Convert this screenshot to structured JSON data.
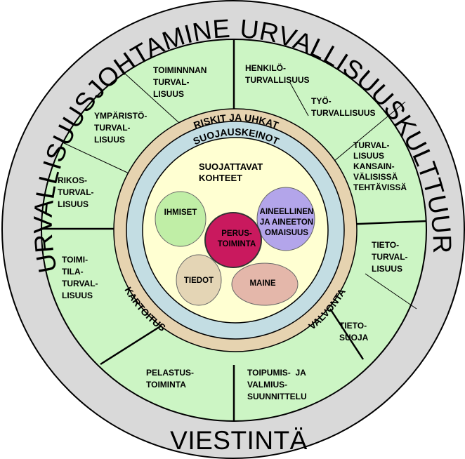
{
  "outer_ring": {
    "left": "TURVALLISUUSJOHTAMINEN",
    "right": "TURVALLISUUSKULTTUURI",
    "bottom": "VIESTINTÄ"
  },
  "inner_ring": {
    "top": "RISKIT JA UHKAT",
    "left": "KARTOITUS",
    "right": "VALVONTA"
  },
  "protection_ring": "SUOJAUSKEINOT",
  "center": {
    "title_lines": [
      "SUOJATTAVAT",
      "KOHTEET"
    ],
    "bubbles": {
      "ihmiset": [
        "IHMISET"
      ],
      "aineellinen": [
        "AINEELLINEN",
        "JA AINEETON",
        "OMAISUUS"
      ],
      "perustoiminta": [
        "PERUS-",
        "TOIMINTA"
      ],
      "tiedot": [
        "TIEDOT"
      ],
      "maine": [
        "MAINE"
      ]
    }
  },
  "sectors": {
    "toiminnan": [
      "TOIMINNNAN",
      "TURVAL-",
      "LISUUS"
    ],
    "henkilo": [
      "HENKILÖ-",
      "TURVALLISUUS"
    ],
    "tyo": [
      "TYÖ-",
      "TURVALLISUUS"
    ],
    "ymparisto": [
      "YMPÄRISTÖ-",
      "TURVAL-",
      "LISUUS"
    ],
    "kansainvalisissa": [
      "TURVAL-",
      "LISUUS",
      "KANSAIN-",
      "VÄLISISSÄ",
      "TEHTÄVISSÄ"
    ],
    "rikos": [
      "RIKOS-",
      "TURVAL-",
      "LISUUS"
    ],
    "tieto": [
      "TIETO-",
      "TURVAL-",
      "LISUUS"
    ],
    "toimitila": [
      "TOIMI-",
      "TILA-",
      "TURVAL-",
      "LISUUS"
    ],
    "tietosuoja": [
      "TIETO-",
      "SUOJA"
    ],
    "pelastus": [
      "PELASTUS-",
      "TOIMINTA"
    ],
    "toipumis": [
      "TOIPUMIS-  JA",
      "VALMIUS-",
      "SUUNNITTELU"
    ]
  },
  "colors": {
    "outer_ring": "#d9d9d9",
    "sector_fill": "#ccf5c4",
    "risk_ring": "#e6d3b0",
    "protection_ring": "#c3dde3",
    "center_fill": "#ffffd2",
    "ihmiset": "#c0eea6",
    "aineellinen": "#b3a5ea",
    "perustoiminta": "#c9195e",
    "tiedot": "#e4d5b5",
    "maine": "#e4b7aa"
  }
}
